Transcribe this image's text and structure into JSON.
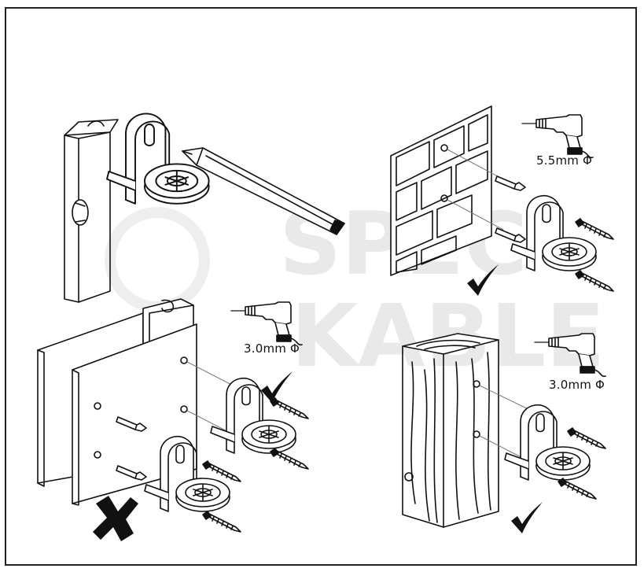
{
  "watermark": {
    "line1": "SPEC",
    "line2": "KABLE"
  },
  "labels": {
    "brick_drill": "5.5mm Φ",
    "drywall_drill": "3.0mm Φ",
    "wood_drill": "3.0mm Φ"
  },
  "marks": {
    "brick": "check",
    "drywall_correct": "check",
    "drywall_wrong": "cross",
    "wood": "check"
  },
  "colors": {
    "line": "#111111",
    "mark": "#111111",
    "watermark": "#e9e9e9"
  }
}
